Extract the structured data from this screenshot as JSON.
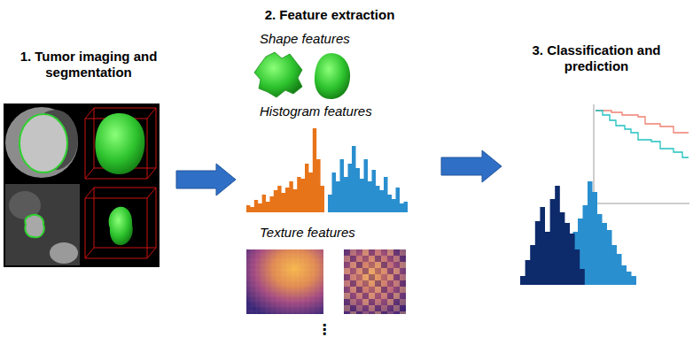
{
  "diagram": {
    "nodes": [
      {
        "text": [
          "1. Tumor imaging and segmentation"
        ]
      },
      {
        "text": [
          "2. Feature extraction",
          "Shape features",
          "Histogram features",
          "Texture features",
          "⋮"
        ]
      },
      {
        "text": [
          "3. Classification and prediction"
        ]
      }
    ],
    "edges": [
      {
        "from": 0,
        "to": 1,
        "arrow": "to"
      },
      {
        "from": 1,
        "to": 2,
        "arrow": "to"
      }
    ]
  }
}
